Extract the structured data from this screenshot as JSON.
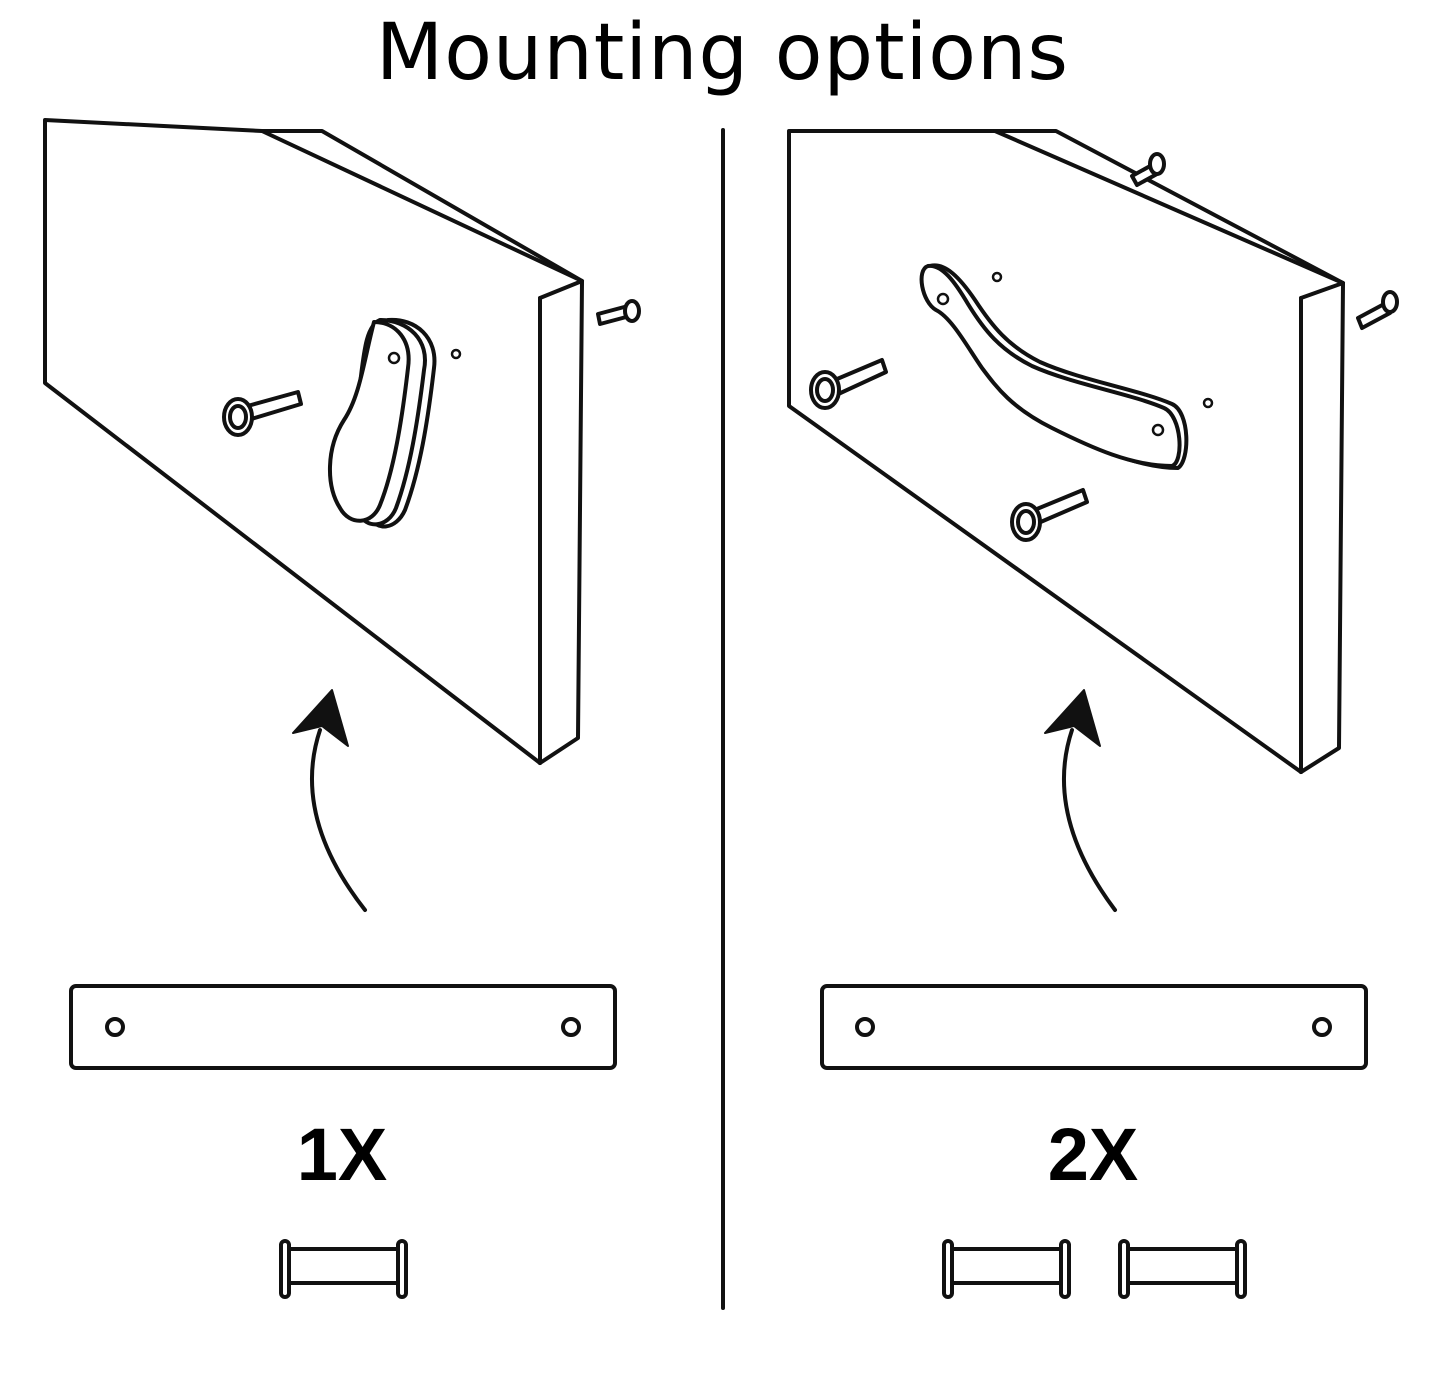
{
  "title": "Mounting options",
  "options": [
    {
      "count_label": "1X",
      "screws": 1
    },
    {
      "count_label": "2X",
      "screws": 2
    }
  ],
  "colors": {
    "ink": "#111111",
    "background": "#ffffff"
  }
}
